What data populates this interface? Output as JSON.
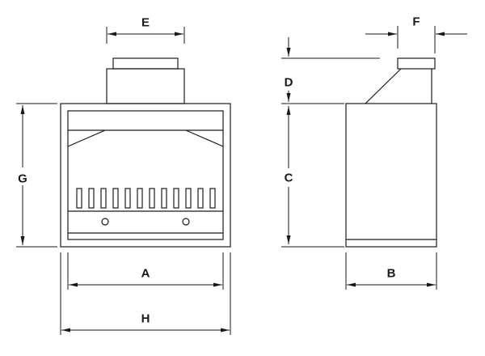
{
  "colors": {
    "line": "#1a1a1a",
    "bg": "#ffffff"
  },
  "drawing": {
    "labels": {
      "A": "A",
      "B": "B",
      "C": "C",
      "D": "D",
      "E": "E",
      "F": "F",
      "G": "G",
      "H": "H"
    }
  }
}
